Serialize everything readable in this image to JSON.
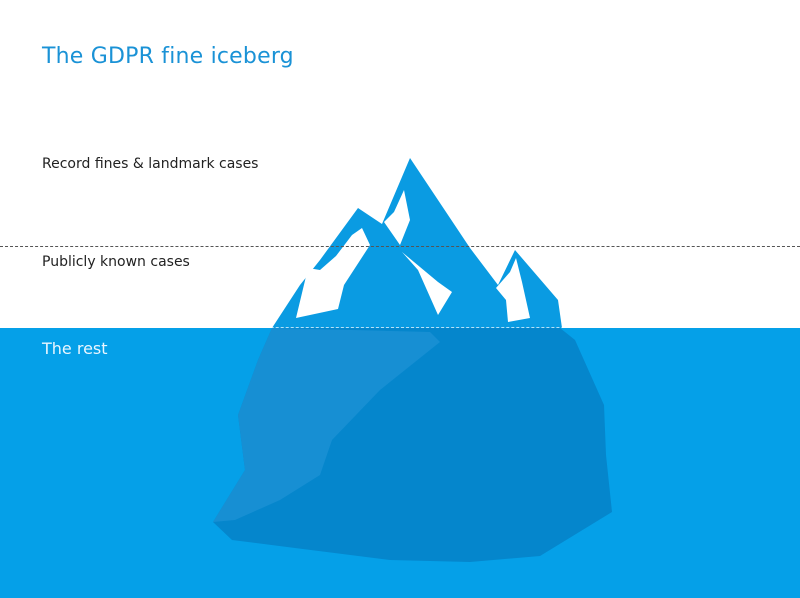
{
  "title": "The GDPR fine iceberg",
  "zones": {
    "record": "Record fines & landmark cases",
    "public": "Publicly known cases",
    "rest": "The rest"
  },
  "colors": {
    "title": "#1a92d6",
    "water": "#05a0e8",
    "iceberg_above": "#0a9be2",
    "iceberg_below": "#0586cc",
    "iceberg_below_light": "#1a90d4"
  },
  "icons": [
    "iceberg-icon"
  ]
}
